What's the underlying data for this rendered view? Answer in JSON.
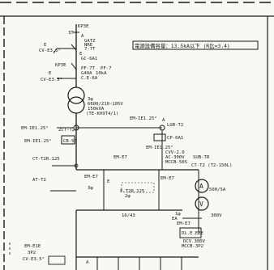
{
  "header": {
    "note": "電源設備容量：13.5kA以下 (R比=3.4)"
  },
  "labels": {
    "a1": "KP3E",
    "a2": "3T",
    "a3": "A",
    "a4": "GATZ",
    "a5": "NRE",
    "a6": "7-7T",
    "a7": "CV-E3.5²",
    "a8": "E",
    "a9": "E",
    "a10": "GC-6A1",
    "a11": "KP3E",
    "a12": "PF-7T",
    "a13": "PF-7",
    "a14": "G40A",
    "a15": "10kA",
    "a16": "C.E-6A",
    "a17": "E",
    "a18": "CV-E3.5²",
    "a19": "3φ",
    "a20": "6600/210-105V",
    "a21": "150kVA",
    "a22": "(TE-K09T4/1)",
    "a23": "EM-IE1.25²",
    "a24": "ZCT-T2",
    "a25": "A",
    "a26": "LGR-T2",
    "a27": "EM-IE1.25²",
    "a28": "CB-50",
    "a29": "EM-IE1.25²",
    "a30": "CP-6A1",
    "a31": "EM-IE1.25²",
    "a32": "CVV-2.0",
    "a33": "AC-300V",
    "a34": "MCCB-50S",
    "a35": "SUB-TR",
    "a36": "CT-T2R.125",
    "a37": "AT-T2",
    "a38": "CT-T2 (T2-150L)",
    "a39": "EM-E7",
    "a40": "EM-E7",
    "a41": "EM-E7",
    "a42": "E",
    "a43": "F-T2R.125",
    "a44": "2φ",
    "a45": "16/43",
    "a46": "3φ",
    "a47": "1φ",
    "a48": "500/5A",
    "a49": "300V",
    "a50": "EA",
    "a51": "EM-E7",
    "a52": "DL.E.EEE",
    "a53": "DCV.30DV",
    "a54": "MCCB-3P2",
    "a55": "EM-E1E",
    "a56": "3P2",
    "a57": "CV-E3.5²",
    "a58": "A"
  }
}
